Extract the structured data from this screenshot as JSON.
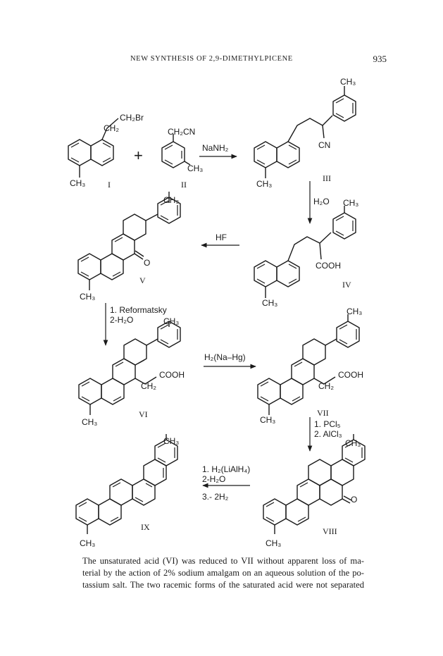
{
  "header": {
    "running_title": "NEW SYNTHESIS OF 2,9-DIMETHYLPICENE",
    "page_number": "935"
  },
  "scheme": {
    "compound_labels": [
      "I",
      "II",
      "III",
      "IV",
      "V",
      "VI",
      "VII",
      "VIII",
      "IX"
    ],
    "group_labels": {
      "ch2br": "CH₂Br",
      "ch2": "CH₂",
      "ch3": "CH₃",
      "ch2cn": "CH₂CN",
      "cn": "CN",
      "cooh": "COOH",
      "oxo": "O",
      "plus": "+"
    },
    "reagents": {
      "step1": "NaNH₂",
      "step2": "H₂O",
      "step3": "HF",
      "step4": [
        "1. Reformatsky",
        "2-H₂O"
      ],
      "step5": "H₂(Na–Hg)",
      "step6": [
        "1. PCl₅",
        "2. AlCl₃"
      ],
      "step7": [
        "1. H₂(LiAlH₄)",
        "2-H₂O",
        "3.- 2H₂"
      ]
    }
  },
  "body": {
    "lines": [
      "The unsaturated acid (VI) was reduced to VII without apparent loss of ma-",
      "terial by the action of 2% sodium amalgam on an aqueous solution of the po-",
      "tassium salt. The two racemic forms of the saturated acid were not separated"
    ]
  }
}
